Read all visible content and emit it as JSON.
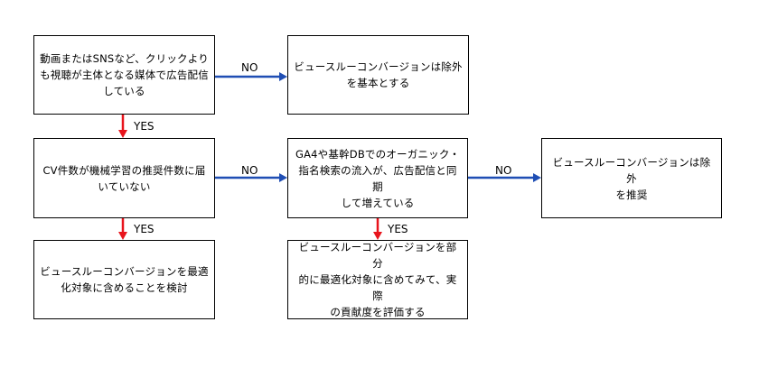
{
  "colors": {
    "no_arrow": "#1f4eb4",
    "yes_arrow": "#e8141c",
    "border": "#000000",
    "background": "#ffffff"
  },
  "nodes": {
    "q1": {
      "text": "動画またはSNSなど、クリックより\nも視聴が主体となる媒体で広告配信\nしている"
    },
    "q2": {
      "text": "CV件数が機械学習の推奨件数に届\nいていない"
    },
    "q3": {
      "text": "GA4や基幹DBでのオーガニック・\n指名検索の流入が、広告配信と同期\nして増えている"
    },
    "r1": {
      "text": "ビュースルーコンバージョンは除外\nを基本とする"
    },
    "r2": {
      "text": "ビュースルーコンバージョンは除外\nを推奨"
    },
    "r3": {
      "text": "ビュースルーコンバージョンを最適\n化対象に含めることを検討"
    },
    "r4": {
      "text": "ビュースルーコンバージョンを部分\n的に最適化対象に含めてみて、実際\nの貢献度を評価する"
    }
  },
  "edges": {
    "q1_no": {
      "from": "q1",
      "to": "r1",
      "label": "NO"
    },
    "q1_yes": {
      "from": "q1",
      "to": "q2",
      "label": "YES"
    },
    "q2_no": {
      "from": "q2",
      "to": "q3",
      "label": "NO"
    },
    "q2_yes": {
      "from": "q2",
      "to": "r3",
      "label": "YES"
    },
    "q3_no": {
      "from": "q3",
      "to": "r2",
      "label": "NO"
    },
    "q3_yes": {
      "from": "q3",
      "to": "r4",
      "label": "YES"
    }
  }
}
